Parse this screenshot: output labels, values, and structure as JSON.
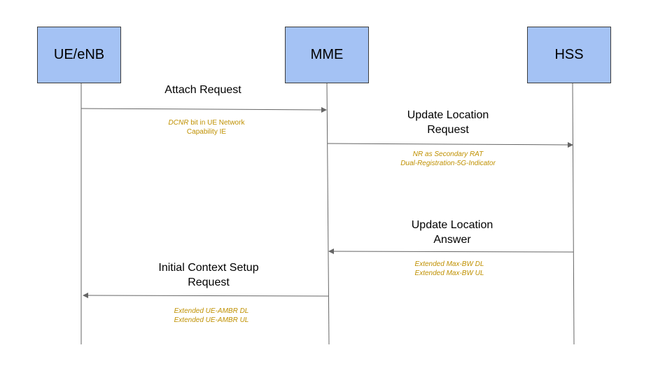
{
  "entities": {
    "ue": "UE/eNB",
    "mme": "MME",
    "hss": "HSS"
  },
  "messages": [
    {
      "label": "Attach Request",
      "note_italic": "DCNR",
      "note_rest": " bit in UE Network\nCapability IE"
    },
    {
      "label": "Update Location\nRequest",
      "note": "NR as Secondary RAT\nDual-Registration-5G-Indicator"
    },
    {
      "label": "Update Location\nAnswer",
      "note": "Extended Max-BW DL\nExtended Max-BW UL"
    },
    {
      "label": "Initial Context Setup\nRequest",
      "note": "Extended UE-AMBR DL\nExtended UE-AMBR UL"
    }
  ],
  "colors": {
    "entity_fill": "#a4c2f4",
    "entity_border": "#3c3c3c",
    "lifeline": "#666666",
    "note_text": "#bf9000"
  }
}
